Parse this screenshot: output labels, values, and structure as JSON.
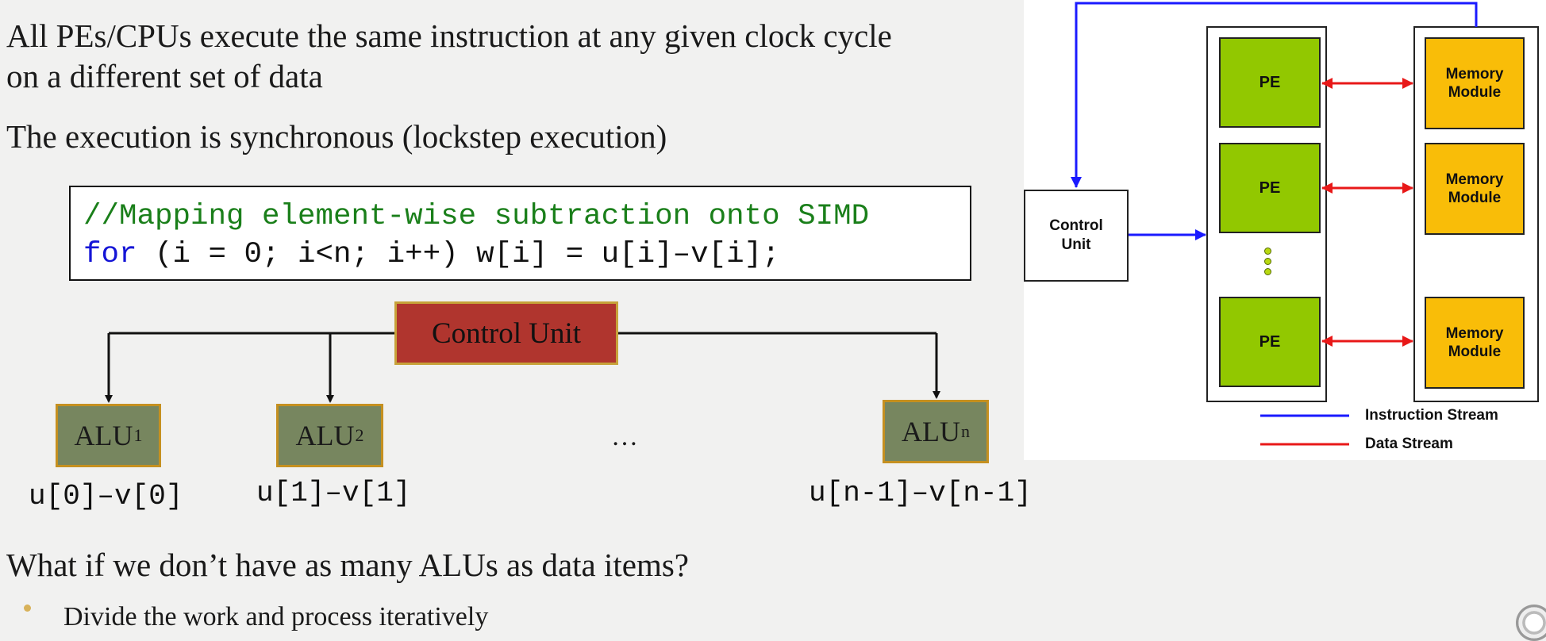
{
  "slide": {
    "para1_line1": "All PEs/CPUs execute the same instruction at any given clock cycle",
    "para1_line2": "on a different set of data",
    "para2": "The execution is synchronous (lockstep execution)",
    "question": "What if we don’t have as many ALUs as data items?",
    "bullet": "Divide the work and process iteratively"
  },
  "code": {
    "comment": "//Mapping element-wise subtraction onto SIMD",
    "keyword": "for",
    "rest": " (i = 0; i<n; i++) w[i] = u[i]–v[i];"
  },
  "simd_diagram": {
    "control_unit": "Control Unit",
    "alus": [
      {
        "base": "ALU",
        "sub": "1"
      },
      {
        "base": "ALU",
        "sub": "2"
      },
      {
        "base": "ALU",
        "sub": "n"
      }
    ],
    "ellipsis": "…",
    "operations": [
      "u[0]–v[0]",
      "u[1]–v[1]",
      "u[n-1]–v[n-1]"
    ],
    "colors": {
      "control_unit": "#b0352e",
      "alu": "#77865f",
      "border": "#c59020"
    }
  },
  "arch_diagram": {
    "control_unit_line1": "Control",
    "control_unit_line2": "Unit",
    "pe_label": "PE",
    "pes": [
      "PE",
      "PE",
      "PE"
    ],
    "memory_line1": "Memory",
    "memory_line2": "Module",
    "memory_modules": 3,
    "legend": {
      "instruction": "Instruction Stream",
      "data": "Data Stream"
    },
    "colors": {
      "pe": "#92c800",
      "memory": "#f9bd08",
      "instruction": "#1a1aff",
      "data": "#e81818"
    }
  }
}
